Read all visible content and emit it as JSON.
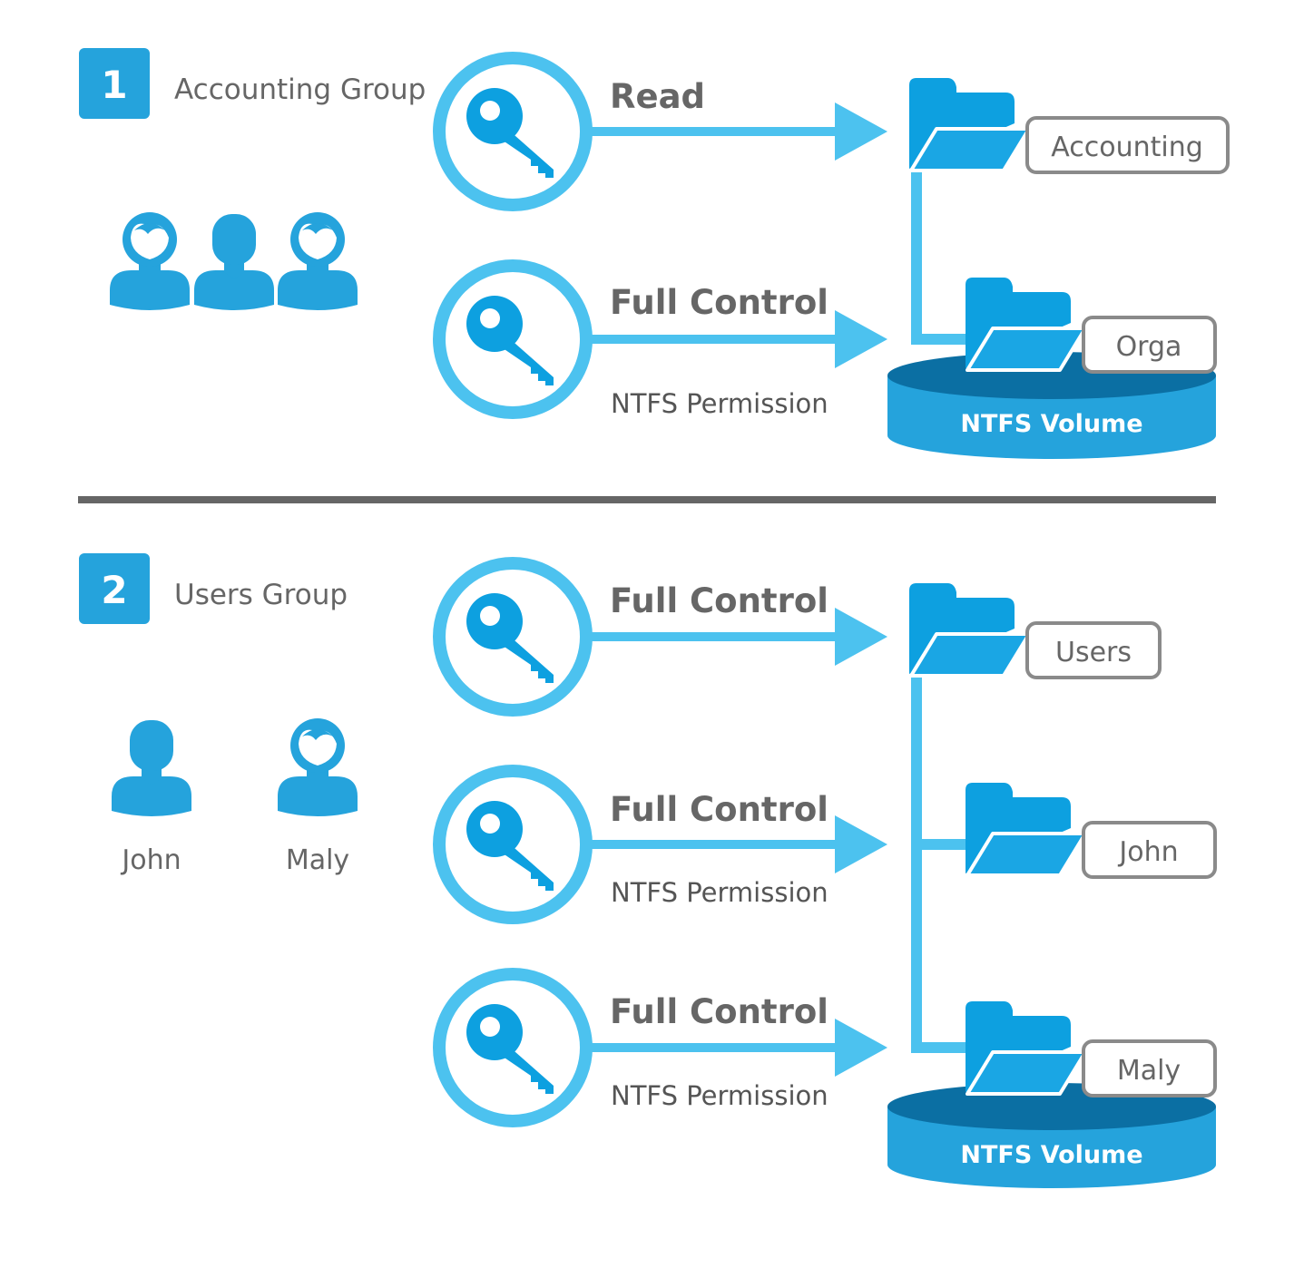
{
  "colors": {
    "accent": "#25a3dc",
    "key_ring": "#4cc2ef",
    "folder_back": "#0da0e0",
    "folder_front": "#1aa6e4",
    "volume_side": "#25a3dc",
    "volume_top": "#0b6fa3",
    "divider": "#666666",
    "label_border": "#8a8a8a",
    "text_gray": "#666666"
  },
  "sections": [
    {
      "number": "1",
      "group_name": "Accounting Group",
      "users": [
        {
          "icon": "female-user-icon",
          "label": ""
        },
        {
          "icon": "male-user-icon",
          "label": ""
        },
        {
          "icon": "female-user-icon",
          "label": ""
        }
      ],
      "permissions": [
        {
          "title": "Read",
          "subtitle": "",
          "icon": "key-icon"
        },
        {
          "title": "Full Control",
          "subtitle": "NTFS Permission",
          "icon": "key-icon"
        }
      ],
      "folders": [
        "Accounting",
        "Orga"
      ],
      "volume_label": "NTFS Volume"
    },
    {
      "number": "2",
      "group_name": "Users Group",
      "users": [
        {
          "icon": "male-user-icon",
          "label": "John"
        },
        {
          "icon": "female-user-icon",
          "label": "Maly"
        }
      ],
      "permissions": [
        {
          "title": "Full Control",
          "subtitle": "",
          "icon": "key-icon"
        },
        {
          "title": "Full Control",
          "subtitle": "NTFS Permission",
          "icon": "key-icon"
        },
        {
          "title": "Full Control",
          "subtitle": "NTFS Permission",
          "icon": "key-icon"
        }
      ],
      "folders": [
        "Users",
        "John",
        "Maly"
      ],
      "volume_label": "NTFS Volume"
    }
  ]
}
